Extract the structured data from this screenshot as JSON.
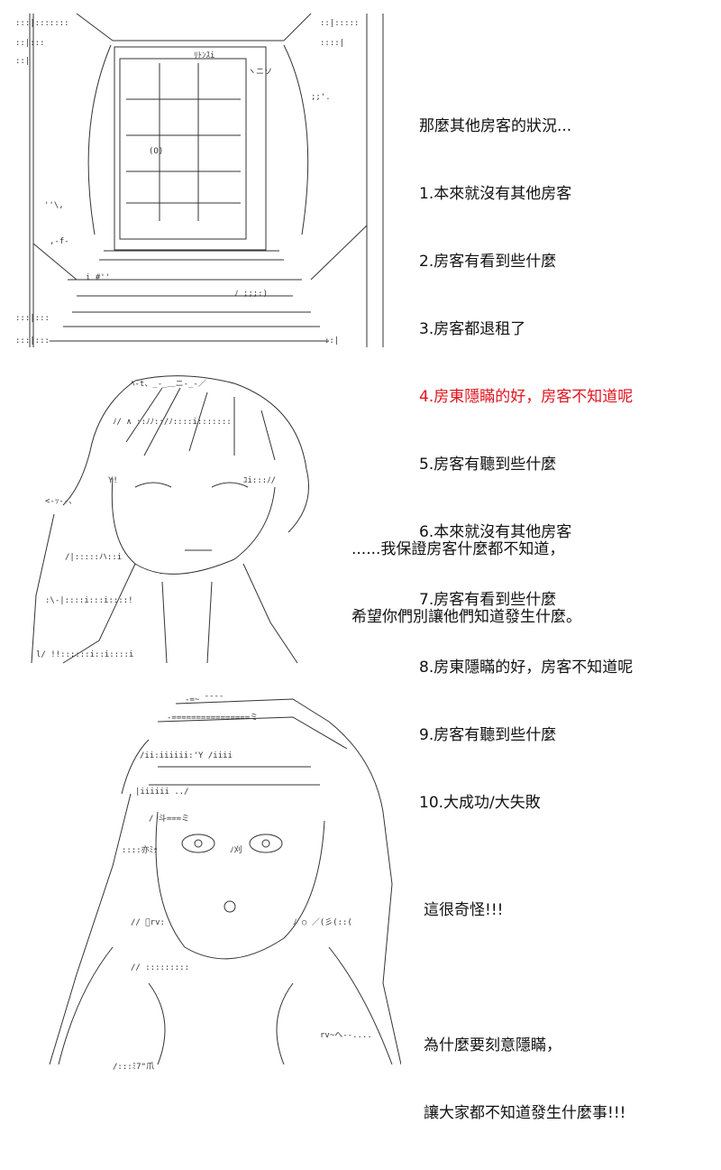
{
  "panel1": {
    "lines": [
      "那麼其他房客的狀況...",
      "1.本來就沒有其他房客",
      "2.房客有看到些什麼",
      "3.房客都退租了",
      "4.房東隱瞞的好，房客不知道呢",
      "5.房客有聽到些什麼",
      "6.本來就沒有其他房客",
      "7.房客有看到些什麼",
      "8.房東隱瞞的好，房客不知道呢",
      "9.房客有聽到些什麼",
      "10.大成功/大失敗"
    ],
    "highlight_index": 4,
    "highlight_color": "#e0141e"
  },
  "panel2": {
    "lines": [
      "......我保證房客什麼都不知道，",
      "希望你們別讓他們知道發生什麼。"
    ]
  },
  "panel3": {
    "lines": [
      "這很奇怪!!!",
      "",
      "為什麼要刻意隱瞞，",
      "讓大家都不知道發生什麼事!!!"
    ]
  },
  "colors": {
    "ink": "#333333",
    "background": "#ffffff"
  }
}
